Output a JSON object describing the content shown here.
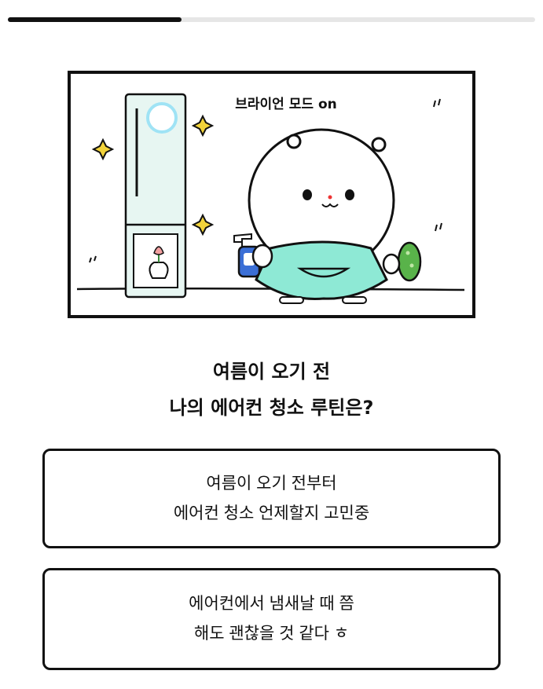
{
  "progress": {
    "fraction": 0.33
  },
  "illustration": {
    "caption": "브라이언 모드 on",
    "colors": {
      "apron": "#8ee9d5",
      "purifier": "#e7f6f2",
      "ring": "#9fe3f5",
      "bottle": "#3b6fd6",
      "sponge": "#59b34a",
      "sparkle": "#f2d33a"
    }
  },
  "question": {
    "line1": "여름이 오기 전",
    "line2": "나의 에어컨 청소 루틴은?"
  },
  "options": [
    {
      "line1": "여름이 오기 전부터",
      "line2": "에어컨 청소 언제할지 고민중"
    },
    {
      "line1": "에어컨에서 냄새날 때 쯤",
      "line2": "해도 괜찮을 것 같다 ㅎ"
    }
  ]
}
